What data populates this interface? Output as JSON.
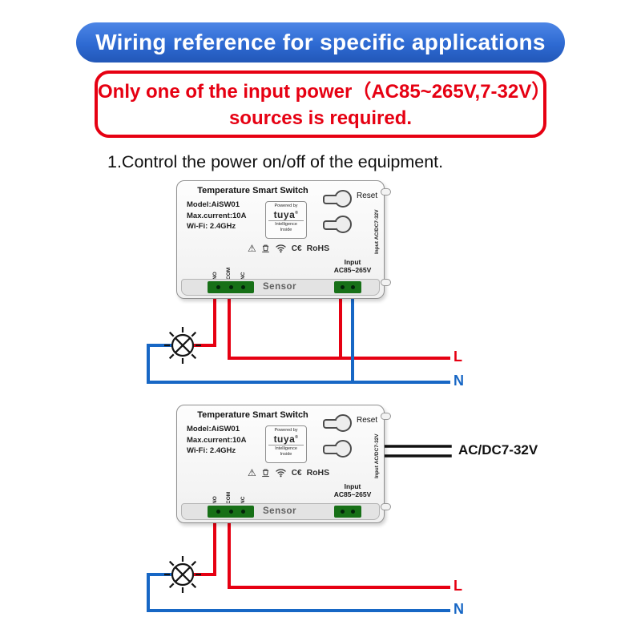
{
  "colors": {
    "live": "#e60012",
    "neutral": "#1767c5",
    "dc": "#111111",
    "banner_bg": "#2e6ad2",
    "notice_red": "#e60012"
  },
  "banner": {
    "text": "Wiring reference for specific applications"
  },
  "notice": {
    "line1": "Only one of the input power（AC85~265V,7-32V）",
    "line2": "sources is required."
  },
  "steps": {
    "step1": "1.Control the power on/off of the equipment."
  },
  "device": {
    "title": "Temperature Smart Switch",
    "specs": [
      "Model:AiSW01",
      "Max.current:10A",
      "Wi-Fi: 2.4GHz"
    ],
    "badge": {
      "powered_by": "Powered by",
      "brand": "tuya",
      "reg": "®",
      "tagline_line1": "Intelligence",
      "tagline_line2": "Inside"
    },
    "reset_label": "Reset",
    "side_input": {
      "line1": "Input",
      "line2": "AC/DC7-32V"
    },
    "certs": {
      "warning_glyph": "⚠",
      "ce": "C€",
      "rohs": "RoHS"
    },
    "bottom_input": {
      "line1": "Input",
      "line2": "AC85~265V"
    },
    "sensor_label": "Sensor",
    "terminals": {
      "no": "NO",
      "com": "COM",
      "nc": "NC"
    }
  },
  "wiring": {
    "live_label": "L",
    "neutral_label": "N",
    "dc_input_label": "AC/DC7-32V"
  }
}
